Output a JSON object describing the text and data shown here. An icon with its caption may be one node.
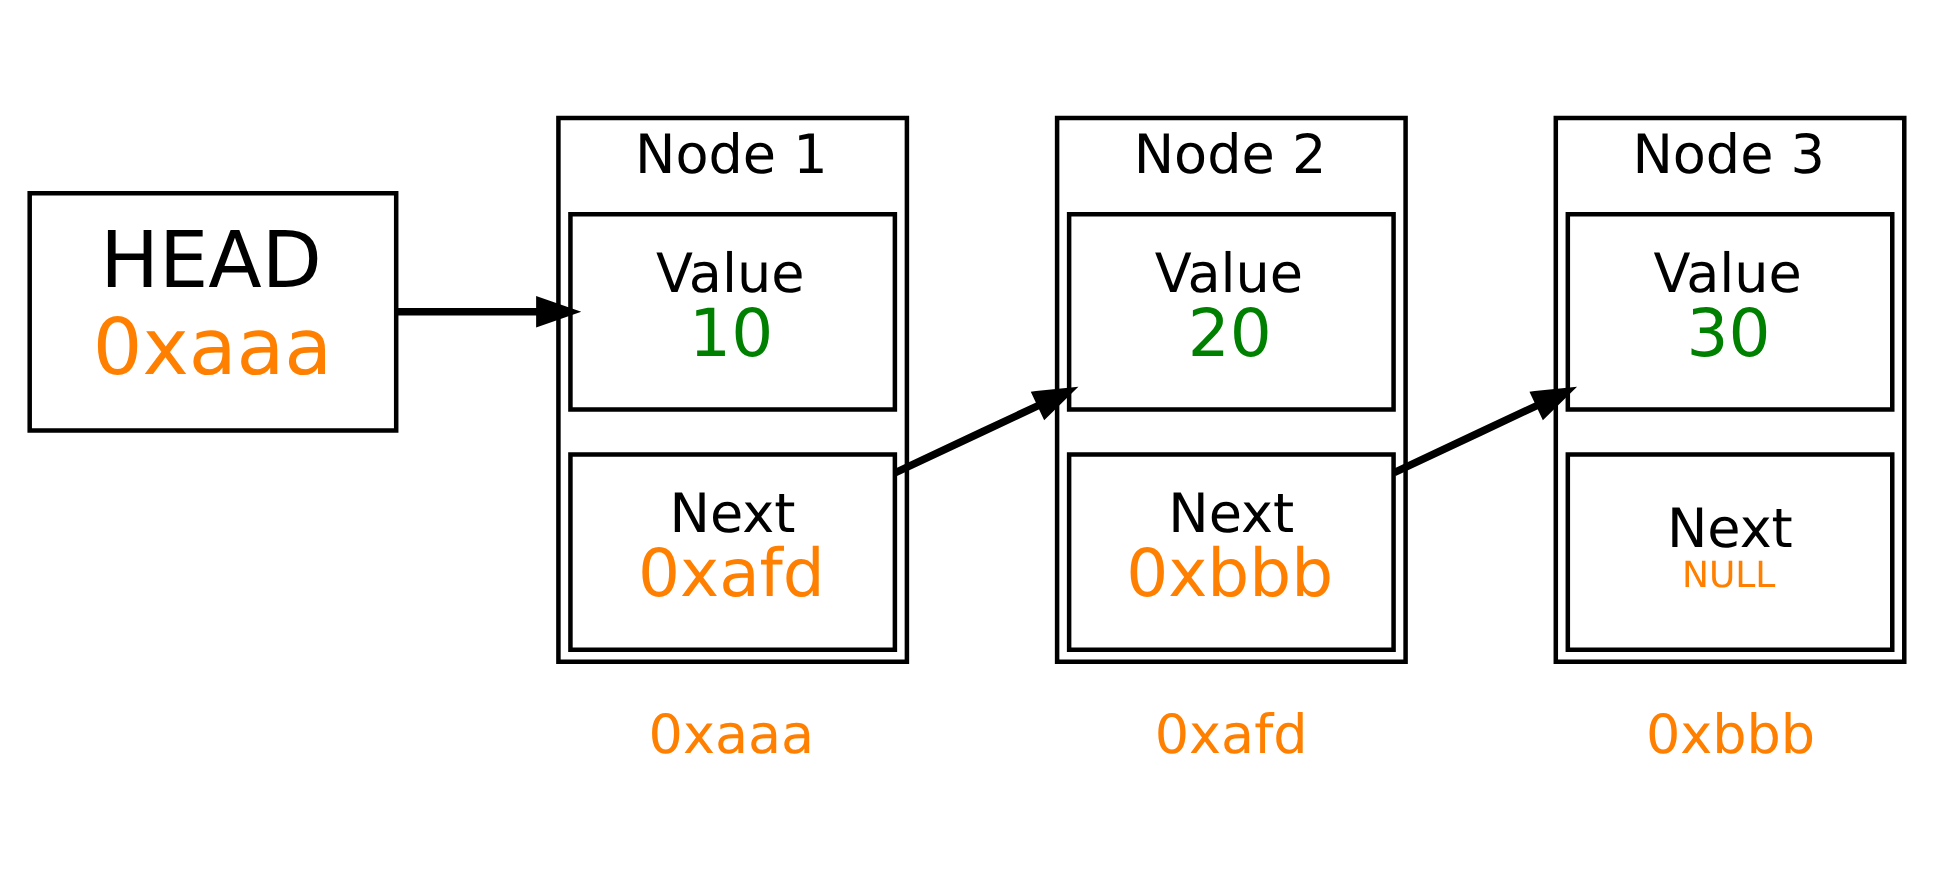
{
  "diagram": {
    "nodes": [
      {
        "text": [
          "HEAD",
          "0xaaa"
        ]
      },
      {
        "text": [
          "Node 1"
        ],
        "beside": [
          "0xaaa"
        ]
      },
      {
        "text": [
          "Value",
          "10"
        ],
        "in": 1
      },
      {
        "text": [
          "Next",
          "0xafd"
        ],
        "in": 1
      },
      {
        "text": [
          "Node 2"
        ],
        "beside": [
          "0xafd"
        ]
      },
      {
        "text": [
          "Value",
          "20"
        ],
        "in": 4
      },
      {
        "text": [
          "Next",
          "0xbbb"
        ],
        "in": 4
      },
      {
        "text": [
          "Node 3"
        ],
        "beside": [
          "0xbbb"
        ]
      },
      {
        "text": [
          "Value",
          "30"
        ],
        "in": 7
      },
      {
        "text": [
          "Next",
          "NULL"
        ],
        "in": 7
      }
    ],
    "edges": [
      {
        "from": 0,
        "to": 2,
        "arrow": "to"
      },
      {
        "from": 3,
        "to": 5,
        "arrow": "to"
      },
      {
        "from": 6,
        "to": 8,
        "arrow": "to"
      }
    ]
  }
}
